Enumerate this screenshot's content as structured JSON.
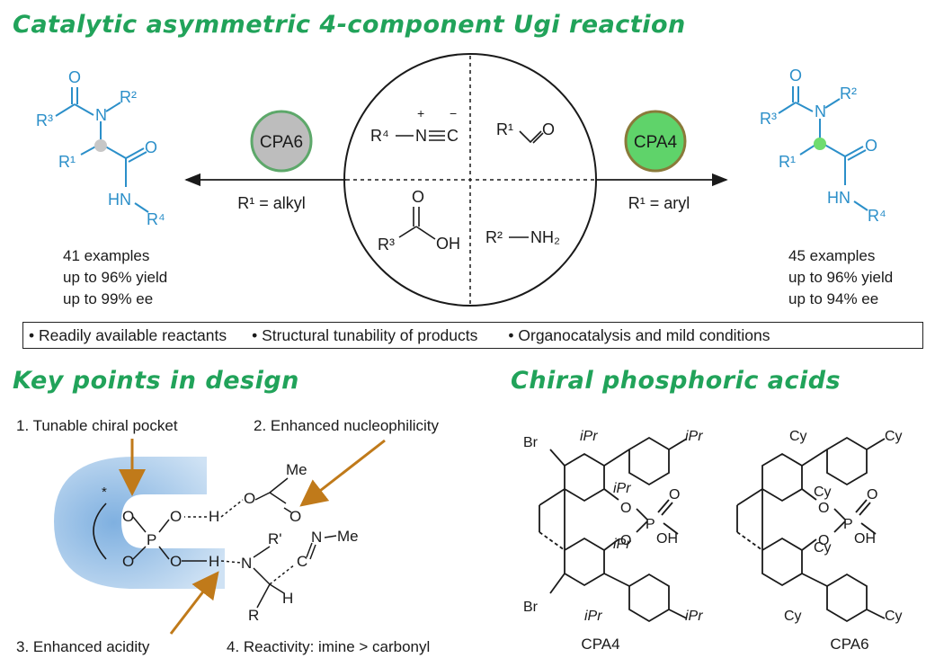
{
  "title": "Catalytic asymmetric 4-component Ugi reaction",
  "left_product": {
    "catalyst": "CPA6",
    "condition": "R¹ = alkyl",
    "stats": [
      "41 examples",
      "up to 96% yield",
      "up to 99% ee"
    ]
  },
  "right_product": {
    "catalyst": "CPA4",
    "condition": "R¹ = aryl",
    "stats": [
      "45 examples",
      "up to 96% yield",
      "up to 94% ee"
    ]
  },
  "labels": {
    "r1": "R¹",
    "r2": "R²",
    "r3": "R³",
    "r4": "R⁴",
    "o": "O",
    "n": "N",
    "hn": "HN",
    "oh": "OH",
    "h": "H",
    "me": "Me",
    "r_prime": "R'",
    "r": "R",
    "p": "P",
    "star": "*",
    "nh2": "NH₂",
    "c": "C",
    "plus": "+",
    "minus": "−",
    "br": "Br",
    "ipr": "iPr",
    "cy": "Cy"
  },
  "features": [
    "• Readily available reactants",
    "• Structural tunability of products",
    "• Organocatalysis and mild conditions"
  ],
  "design": {
    "heading": "Key points in design",
    "points": [
      "1. Tunable chiral pocket",
      "2. Enhanced nucleophilicity",
      "3. Enhanced acidity",
      "4. Reactivity: imine > carbonyl"
    ]
  },
  "cpa": {
    "heading": "Chiral phosphoric acids",
    "names": [
      "CPA4",
      "CPA6"
    ]
  },
  "colors": {
    "heading_green": "#21a35a",
    "product_blue": "#2b8fc9",
    "arrow_orange": "#c07a1a",
    "cpa6_fill": "#bdbdbd",
    "cpa4_fill": "#5fd36a",
    "pocket_blue": "#9cc3e6"
  }
}
